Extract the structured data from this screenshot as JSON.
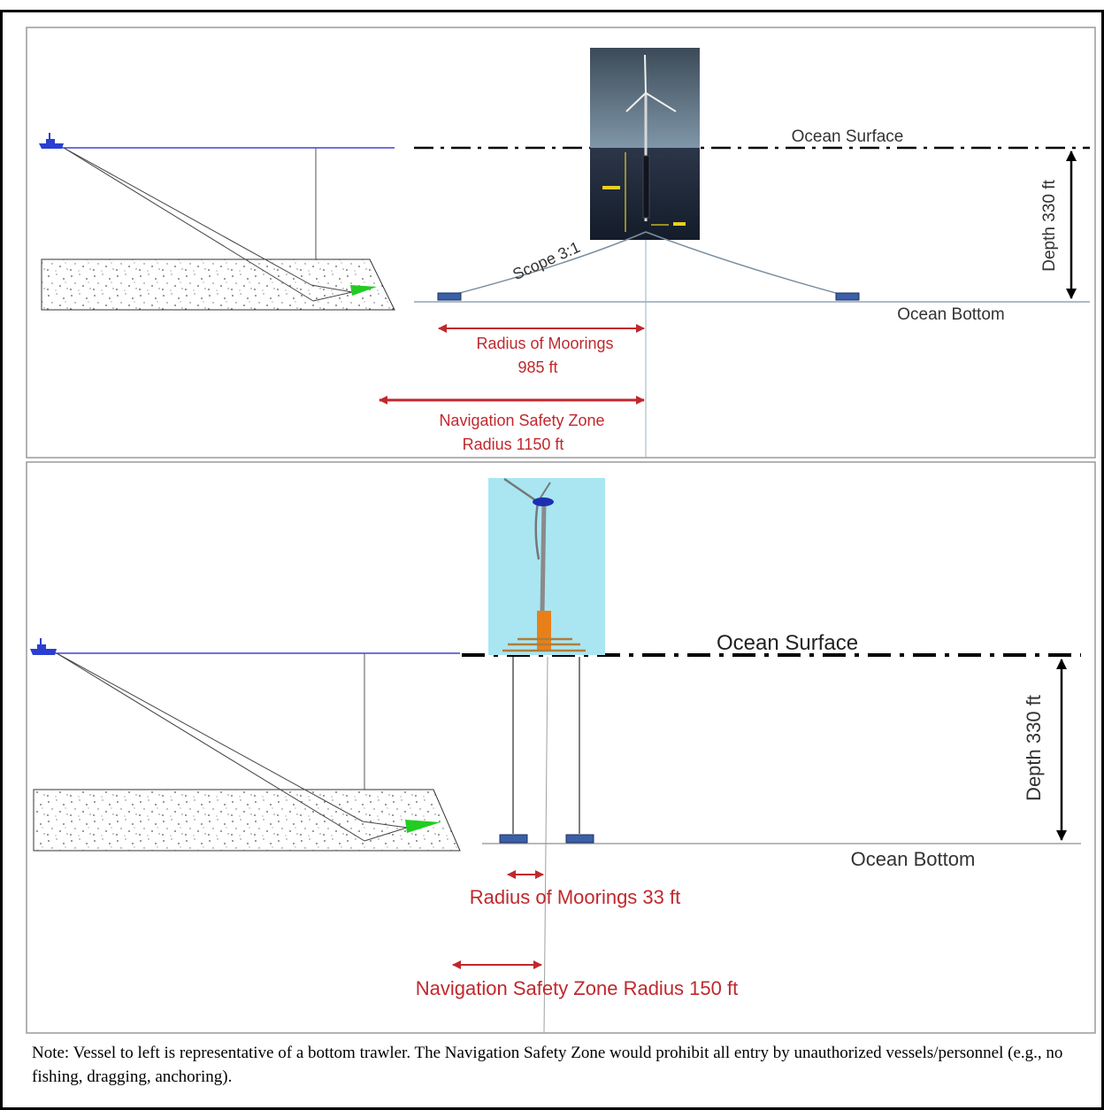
{
  "panel_top": {
    "surface_label": "Ocean Surface",
    "bottom_label": "Ocean Bottom",
    "depth_label": "Depth 330 ft",
    "scope_label": "Scope 3:1",
    "mooring_label_line1": "Radius of Moorings",
    "mooring_label_line2": "985 ft",
    "nav_label_line1": "Navigation Safety Zone",
    "nav_label_line2": "Radius 1150 ft"
  },
  "panel_bottom": {
    "surface_label": "Ocean Surface",
    "bottom_label": "Ocean Bottom",
    "depth_label": "Depth 330 ft",
    "mooring_label": "Radius of Moorings 33 ft",
    "nav_label": "Navigation Safety Zone Radius 150 ft"
  },
  "note": "Note:  Vessel to left is representative of a bottom trawler.  The Navigation Safety Zone would prohibit all entry by unauthorized vessels/personnel (e.g., no fishing, dragging, anchoring).",
  "colors": {
    "label_red": "#c0282d",
    "surface_blue": "#4444cc",
    "trawl_net_green": "#22cc22",
    "sky_cyan": "#a9e6f2",
    "ocean_dark": "#1c2738"
  }
}
